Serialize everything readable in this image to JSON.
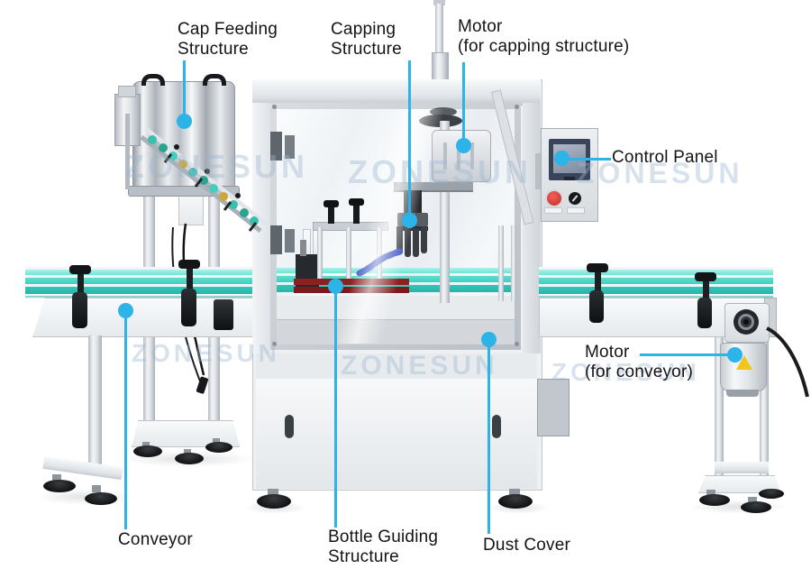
{
  "page": {
    "type": "product-annotation-diagram",
    "background": "#ffffff"
  },
  "watermark": {
    "text": "ZONESUN"
  },
  "colors": {
    "callout_accent": "#2cb3e8",
    "label_text": "#141414",
    "conveyor_rail_teal": "#3ed0c2",
    "bottle_guide_red": "#8e1f1f",
    "coolant_hose_blue": "#3b53c4",
    "emergency_stop_red": "#e0493d",
    "warning_triangle_yellow": "#f2c518"
  },
  "callouts": [
    {
      "id": "cap-feeding-structure",
      "line1": "Cap Feeding",
      "line2": "Structure"
    },
    {
      "id": "capping-structure",
      "line1": "Capping",
      "line2": "Structure"
    },
    {
      "id": "motor-for-capping-structure",
      "line1": "Motor",
      "line2": "(for capping structure)"
    },
    {
      "id": "control-panel",
      "line1": "Control Panel",
      "line2": ""
    },
    {
      "id": "motor-for-conveyor",
      "line1": "Motor",
      "line2": "(for conveyor)"
    },
    {
      "id": "conveyor",
      "line1": "Conveyor",
      "line2": ""
    },
    {
      "id": "bottle-guiding-structure",
      "line1": "Bottle Guiding",
      "line2": "Structure"
    },
    {
      "id": "dust-cover",
      "line1": "Dust Cover",
      "line2": ""
    }
  ]
}
